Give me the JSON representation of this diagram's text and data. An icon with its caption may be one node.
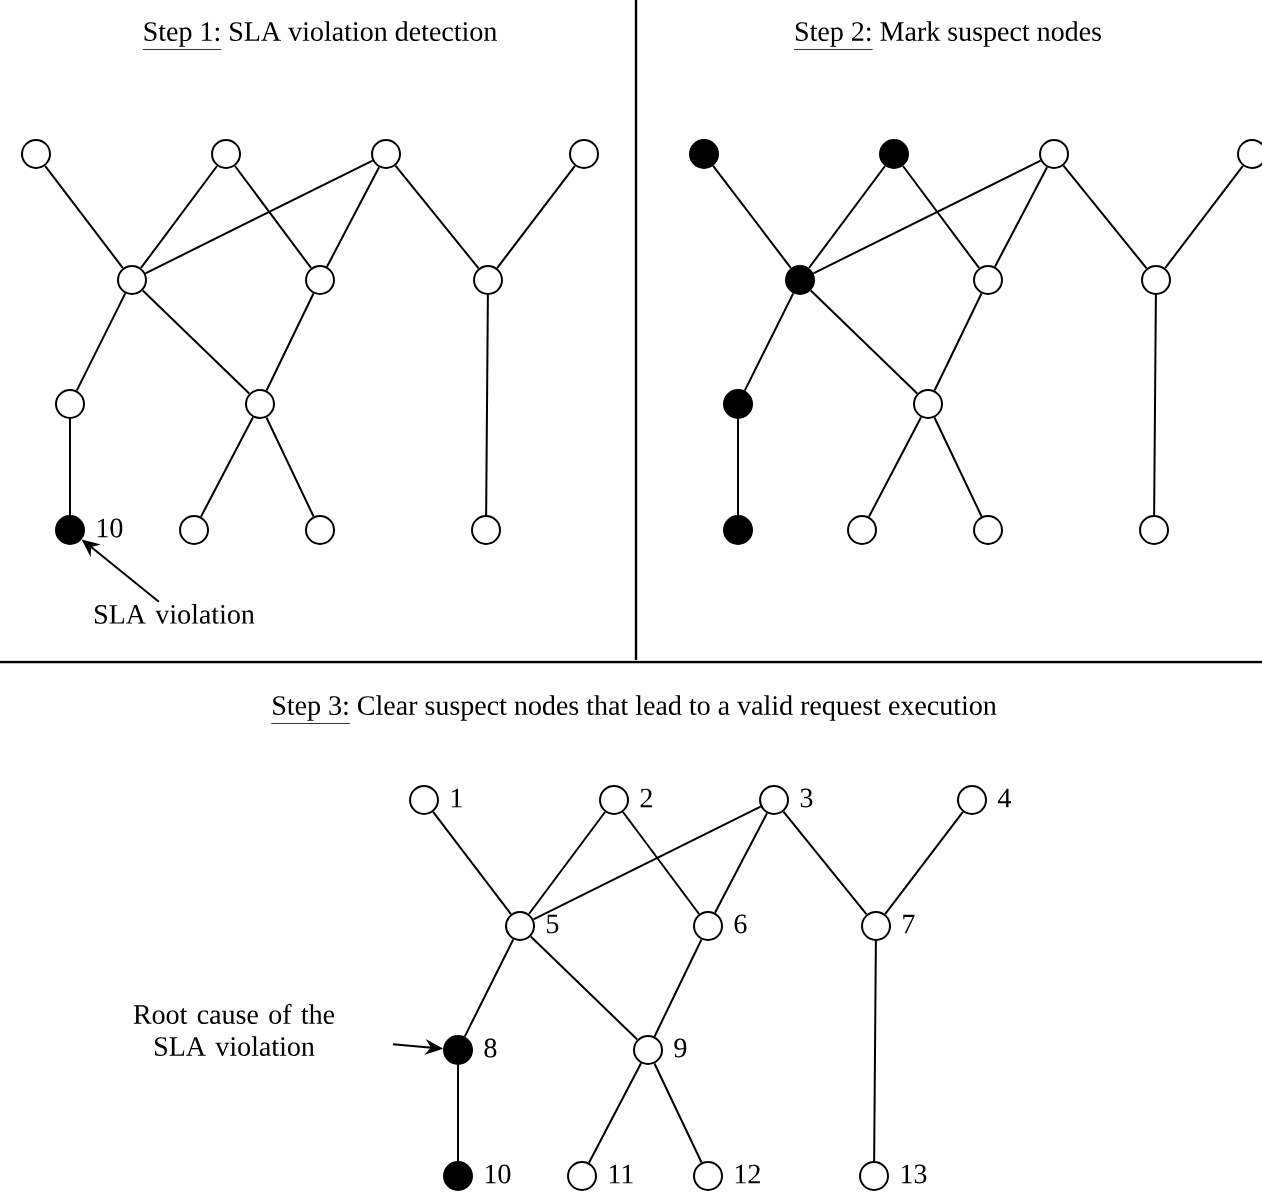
{
  "diagram": {
    "nodes": [
      {
        "text": [],
        "shape": "circle"
      },
      {
        "text": [],
        "shape": "circle"
      },
      {
        "text": [],
        "shape": "circle"
      },
      {
        "text": [],
        "shape": "circle"
      },
      {
        "text": [],
        "shape": "circle"
      },
      {
        "text": [],
        "shape": "circle"
      },
      {
        "text": [],
        "shape": "circle"
      },
      {
        "text": [],
        "shape": "circle"
      },
      {
        "text": [],
        "shape": "circle"
      },
      {
        "text": [],
        "shape": "dot",
        "beside": [
          "10"
        ]
      },
      {
        "text": [],
        "shape": "circle"
      },
      {
        "text": [],
        "shape": "circle"
      },
      {
        "text": [],
        "shape": "circle"
      },
      {
        "text": [
          "SLA violation"
        ]
      },
      {
        "text": [],
        "shape": "dot"
      },
      {
        "text": [],
        "shape": "dot"
      },
      {
        "text": [],
        "shape": "circle"
      },
      {
        "text": [],
        "shape": "circle"
      },
      {
        "text": [],
        "shape": "dot"
      },
      {
        "text": [],
        "shape": "circle"
      },
      {
        "text": [],
        "shape": "circle"
      },
      {
        "text": [],
        "shape": "dot"
      },
      {
        "text": [],
        "shape": "circle"
      },
      {
        "text": [],
        "shape": "dot"
      },
      {
        "text": [],
        "shape": "circle"
      },
      {
        "text": [],
        "shape": "circle"
      },
      {
        "text": [],
        "shape": "circle"
      },
      {
        "text": [],
        "shape": "circle",
        "beside": [
          "1"
        ]
      },
      {
        "text": [],
        "shape": "circle",
        "beside": [
          "2"
        ]
      },
      {
        "text": [],
        "shape": "circle",
        "beside": [
          "3"
        ]
      },
      {
        "text": [],
        "shape": "circle",
        "beside": [
          "4"
        ]
      },
      {
        "text": [],
        "shape": "circle",
        "beside": [
          "5"
        ]
      },
      {
        "text": [],
        "shape": "circle",
        "beside": [
          "6"
        ]
      },
      {
        "text": [],
        "shape": "circle",
        "beside": [
          "7"
        ]
      },
      {
        "text": [],
        "shape": "dot",
        "beside": [
          "8"
        ]
      },
      {
        "text": [],
        "shape": "circle",
        "beside": [
          "9"
        ]
      },
      {
        "text": [],
        "shape": "dot",
        "beside": [
          "10"
        ]
      },
      {
        "text": [],
        "shape": "circle",
        "beside": [
          "11"
        ]
      },
      {
        "text": [],
        "shape": "circle",
        "beside": [
          "12"
        ]
      },
      {
        "text": [],
        "shape": "circle",
        "beside": [
          "13"
        ]
      },
      {
        "text": [
          "Root cause of the SLA violation"
        ]
      }
    ],
    "edges": [
      {
        "from": 0,
        "to": 4,
        "arrow": "none"
      },
      {
        "from": 1,
        "to": 4,
        "arrow": "none"
      },
      {
        "from": 1,
        "to": 5,
        "arrow": "none"
      },
      {
        "from": 2,
        "to": 4,
        "arrow": "none"
      },
      {
        "from": 2,
        "to": 5,
        "arrow": "none"
      },
      {
        "from": 2,
        "to": 6,
        "arrow": "none"
      },
      {
        "from": 3,
        "to": 6,
        "arrow": "none"
      },
      {
        "from": 4,
        "to": 7,
        "arrow": "none"
      },
      {
        "from": 4,
        "to": 8,
        "arrow": "none"
      },
      {
        "from": 5,
        "to": 8,
        "arrow": "none"
      },
      {
        "from": 7,
        "to": 9,
        "arrow": "none"
      },
      {
        "from": 8,
        "to": 10,
        "arrow": "none"
      },
      {
        "from": 8,
        "to": 11,
        "arrow": "none"
      },
      {
        "from": 6,
        "to": 12,
        "arrow": "none"
      },
      {
        "from": 13,
        "to": 9,
        "arrow": "to"
      },
      {
        "from": 14,
        "to": 18,
        "arrow": "none"
      },
      {
        "from": 15,
        "to": 18,
        "arrow": "none"
      },
      {
        "from": 15,
        "to": 19,
        "arrow": "none"
      },
      {
        "from": 16,
        "to": 18,
        "arrow": "none"
      },
      {
        "from": 16,
        "to": 19,
        "arrow": "none"
      },
      {
        "from": 16,
        "to": 20,
        "arrow": "none"
      },
      {
        "from": 17,
        "to": 20,
        "arrow": "none"
      },
      {
        "from": 18,
        "to": 21,
        "arrow": "none"
      },
      {
        "from": 18,
        "to": 22,
        "arrow": "none"
      },
      {
        "from": 19,
        "to": 22,
        "arrow": "none"
      },
      {
        "from": 21,
        "to": 23,
        "arrow": "none"
      },
      {
        "from": 22,
        "to": 24,
        "arrow": "none"
      },
      {
        "from": 22,
        "to": 25,
        "arrow": "none"
      },
      {
        "from": 20,
        "to": 26,
        "arrow": "none"
      },
      {
        "from": 27,
        "to": 31,
        "arrow": "none"
      },
      {
        "from": 28,
        "to": 31,
        "arrow": "none"
      },
      {
        "from": 28,
        "to": 32,
        "arrow": "none"
      },
      {
        "from": 29,
        "to": 31,
        "arrow": "none"
      },
      {
        "from": 29,
        "to": 32,
        "arrow": "none"
      },
      {
        "from": 29,
        "to": 33,
        "arrow": "none"
      },
      {
        "from": 30,
        "to": 33,
        "arrow": "none"
      },
      {
        "from": 31,
        "to": 34,
        "arrow": "none"
      },
      {
        "from": 31,
        "to": 35,
        "arrow": "none"
      },
      {
        "from": 32,
        "to": 35,
        "arrow": "none"
      },
      {
        "from": 34,
        "to": 36,
        "arrow": "none"
      },
      {
        "from": 35,
        "to": 37,
        "arrow": "none"
      },
      {
        "from": 35,
        "to": 38,
        "arrow": "none"
      },
      {
        "from": 33,
        "to": 39,
        "arrow": "none"
      },
      {
        "from": 40,
        "to": 34,
        "arrow": "to"
      }
    ],
    "labels": [
      "Step 1:",
      "SLA violation detection",
      "Step 2:",
      "Mark suspect nodes",
      "Step 3:",
      "Clear suspect nodes that lead to a valid request execution"
    ]
  }
}
